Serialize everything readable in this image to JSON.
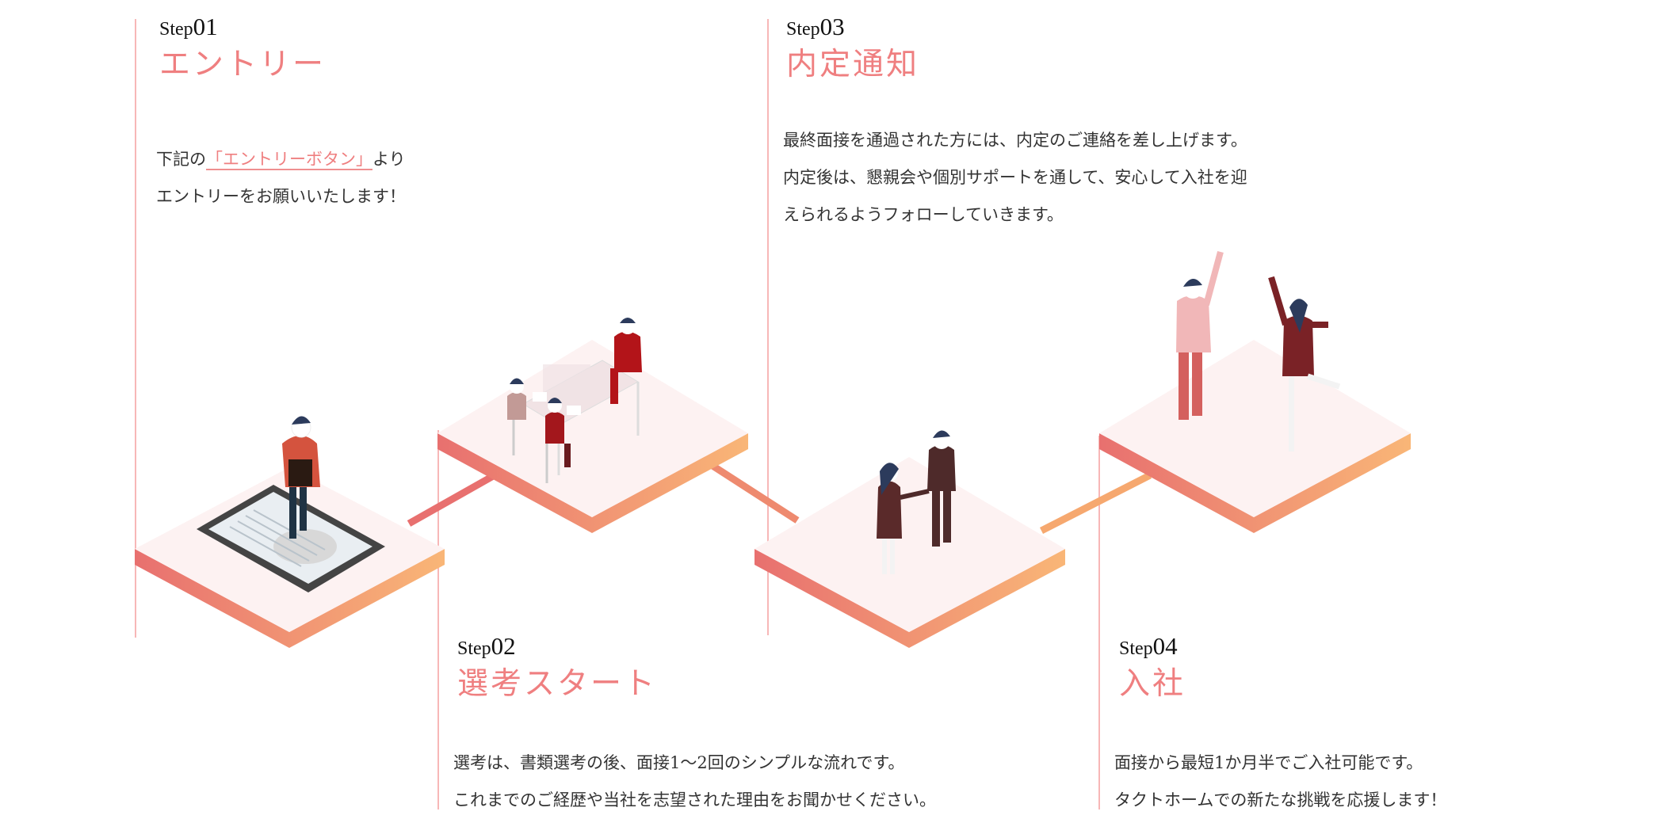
{
  "steps": [
    {
      "label": "Step",
      "num": "01",
      "title": "エントリー",
      "body_pre": "下記の",
      "body_link": "「エントリーボタン」",
      "body_post": "より",
      "body_line2": "エントリーをお願いいたします！"
    },
    {
      "label": "Step",
      "num": "02",
      "title": "選考スタート",
      "body_lines": [
        "選考は、書類選考の後、面接1〜2回のシンプルな流れです。",
        "これまでのご経歴や当社を志望された理由をお聞かせください。"
      ]
    },
    {
      "label": "Step",
      "num": "03",
      "title": "内定通知",
      "body_lines": [
        "最終面接を通過された方には、内定のご連絡を差し上げます。",
        "内定後は、懇親会や個別サポートを通して、安心して入社を迎",
        "えられるようフォローしていきます。"
      ]
    },
    {
      "label": "Step",
      "num": "04",
      "title": "入社",
      "body_lines": [
        "面接から最短1か月半でご入社可能です。",
        "タクトホームでの新たな挑戦を応援します！"
      ]
    }
  ],
  "colors": {
    "accent": "#ef7f80",
    "line": "#f7b7b7",
    "platform_top": "#fdf2f2",
    "edge_left": "#e8706f",
    "edge_right": "#f9b677"
  }
}
